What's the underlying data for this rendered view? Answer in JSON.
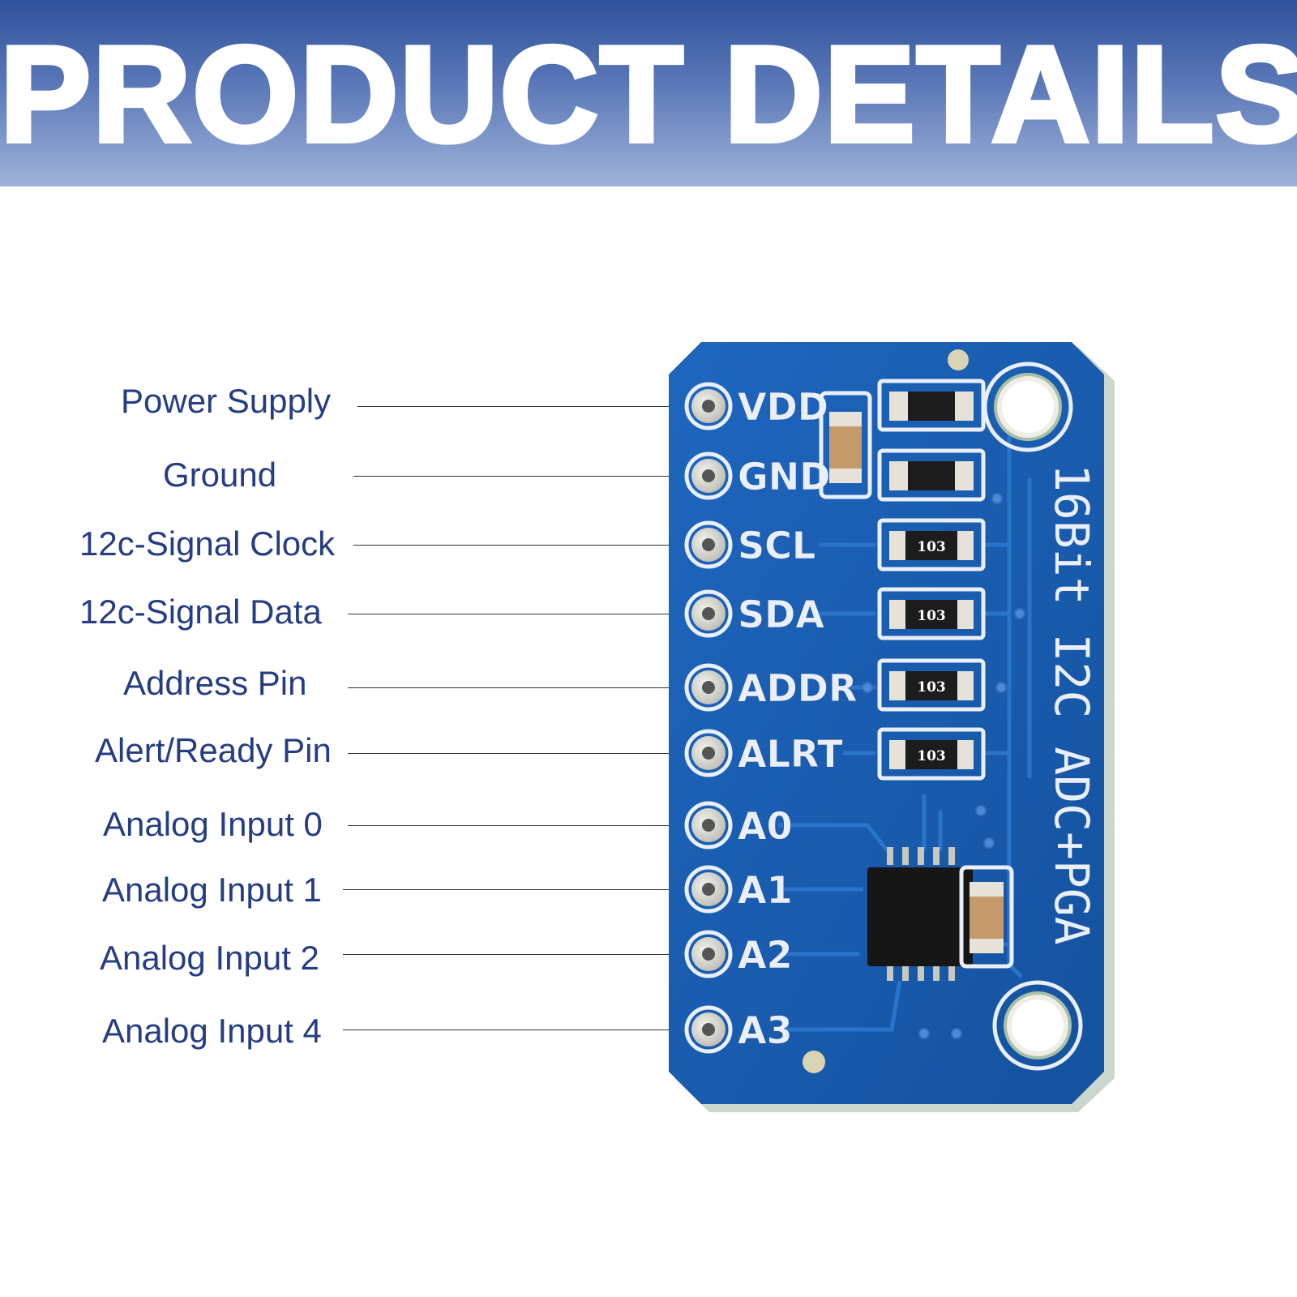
{
  "banner": {
    "title": "PRODUCT DETAILS"
  },
  "pins": [
    {
      "label": "Power Supply",
      "board_label": "VDD"
    },
    {
      "label": "Ground",
      "board_label": "GND"
    },
    {
      "label": "12c-Signal Clock",
      "board_label": "SCL"
    },
    {
      "label": "12c-Signal Data",
      "board_label": "SDA"
    },
    {
      "label": "Address Pin",
      "board_label": "ADDR"
    },
    {
      "label": "Alert/Ready Pin",
      "board_label": "ALRT"
    },
    {
      "label": "Analog Input 0",
      "board_label": "A0"
    },
    {
      "label": "Analog Input 1",
      "board_label": "A1"
    },
    {
      "label": "Analog Input 2",
      "board_label": "A2"
    },
    {
      "label": "Analog Input 4",
      "board_label": "A3"
    }
  ],
  "board": {
    "silkscreen": "16Bit I2C ADC+PGA",
    "resistor_code": "103",
    "colors": {
      "pcb": "#1d5fb5",
      "pad": "#d8d8d2",
      "silk": "#e9eef7",
      "text": "#263d82"
    }
  }
}
